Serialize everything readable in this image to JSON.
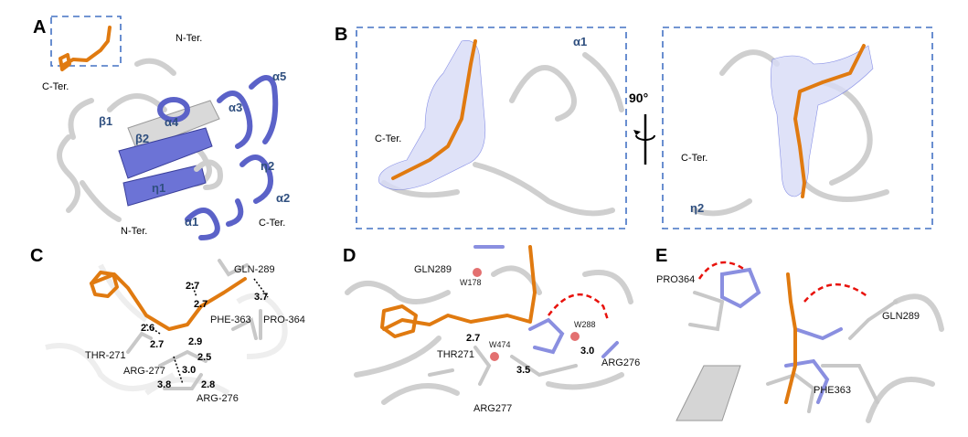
{
  "panels": {
    "A": {
      "label": "A",
      "annotations": {
        "n_ter_top": "N-Ter.",
        "c_ter_left": "C-Ter.",
        "alpha4": "α4",
        "alpha3": "α3",
        "alpha5": "α5",
        "beta1": "β1",
        "beta2": "β2",
        "eta2": "η2",
        "eta1": "η1",
        "alpha1": "α1",
        "alpha2": "α2",
        "n_ter_bottom": "N-Ter.",
        "c_ter_bottom": "C-Ter."
      }
    },
    "B": {
      "label": "B",
      "left": {
        "alpha1": "α1",
        "c_ter": "C-Ter."
      },
      "rotation": "90°",
      "right": {
        "c_ter": "C-Ter.",
        "eta2": "η2"
      }
    },
    "C": {
      "label": "C",
      "residues": [
        "GLN-289",
        "PHE-363",
        "PRO-364",
        "THR-271",
        "ARG-277",
        "ARG-276"
      ],
      "distances": [
        "2.7",
        "2.7",
        "3.7",
        "2.6",
        "2.7",
        "2.9",
        "2.5",
        "3.0",
        "3.8",
        "2.8"
      ]
    },
    "D": {
      "label": "D",
      "residues": [
        "GLN289",
        "THR271",
        "ARG277",
        "ARG276"
      ],
      "waters": [
        "W178",
        "W288",
        "W474"
      ],
      "distances": [
        "2.7",
        "3.0",
        "3.5"
      ]
    },
    "E": {
      "label": "E",
      "residues": [
        "PRO364",
        "GLN289",
        "PHE363"
      ]
    }
  },
  "colors": {
    "ligand": "#e07a10",
    "apo_protein": "#cfcfcf",
    "bound_protein": "#5b62c8",
    "box": "#4472c4",
    "arrow": "#e8120c"
  }
}
